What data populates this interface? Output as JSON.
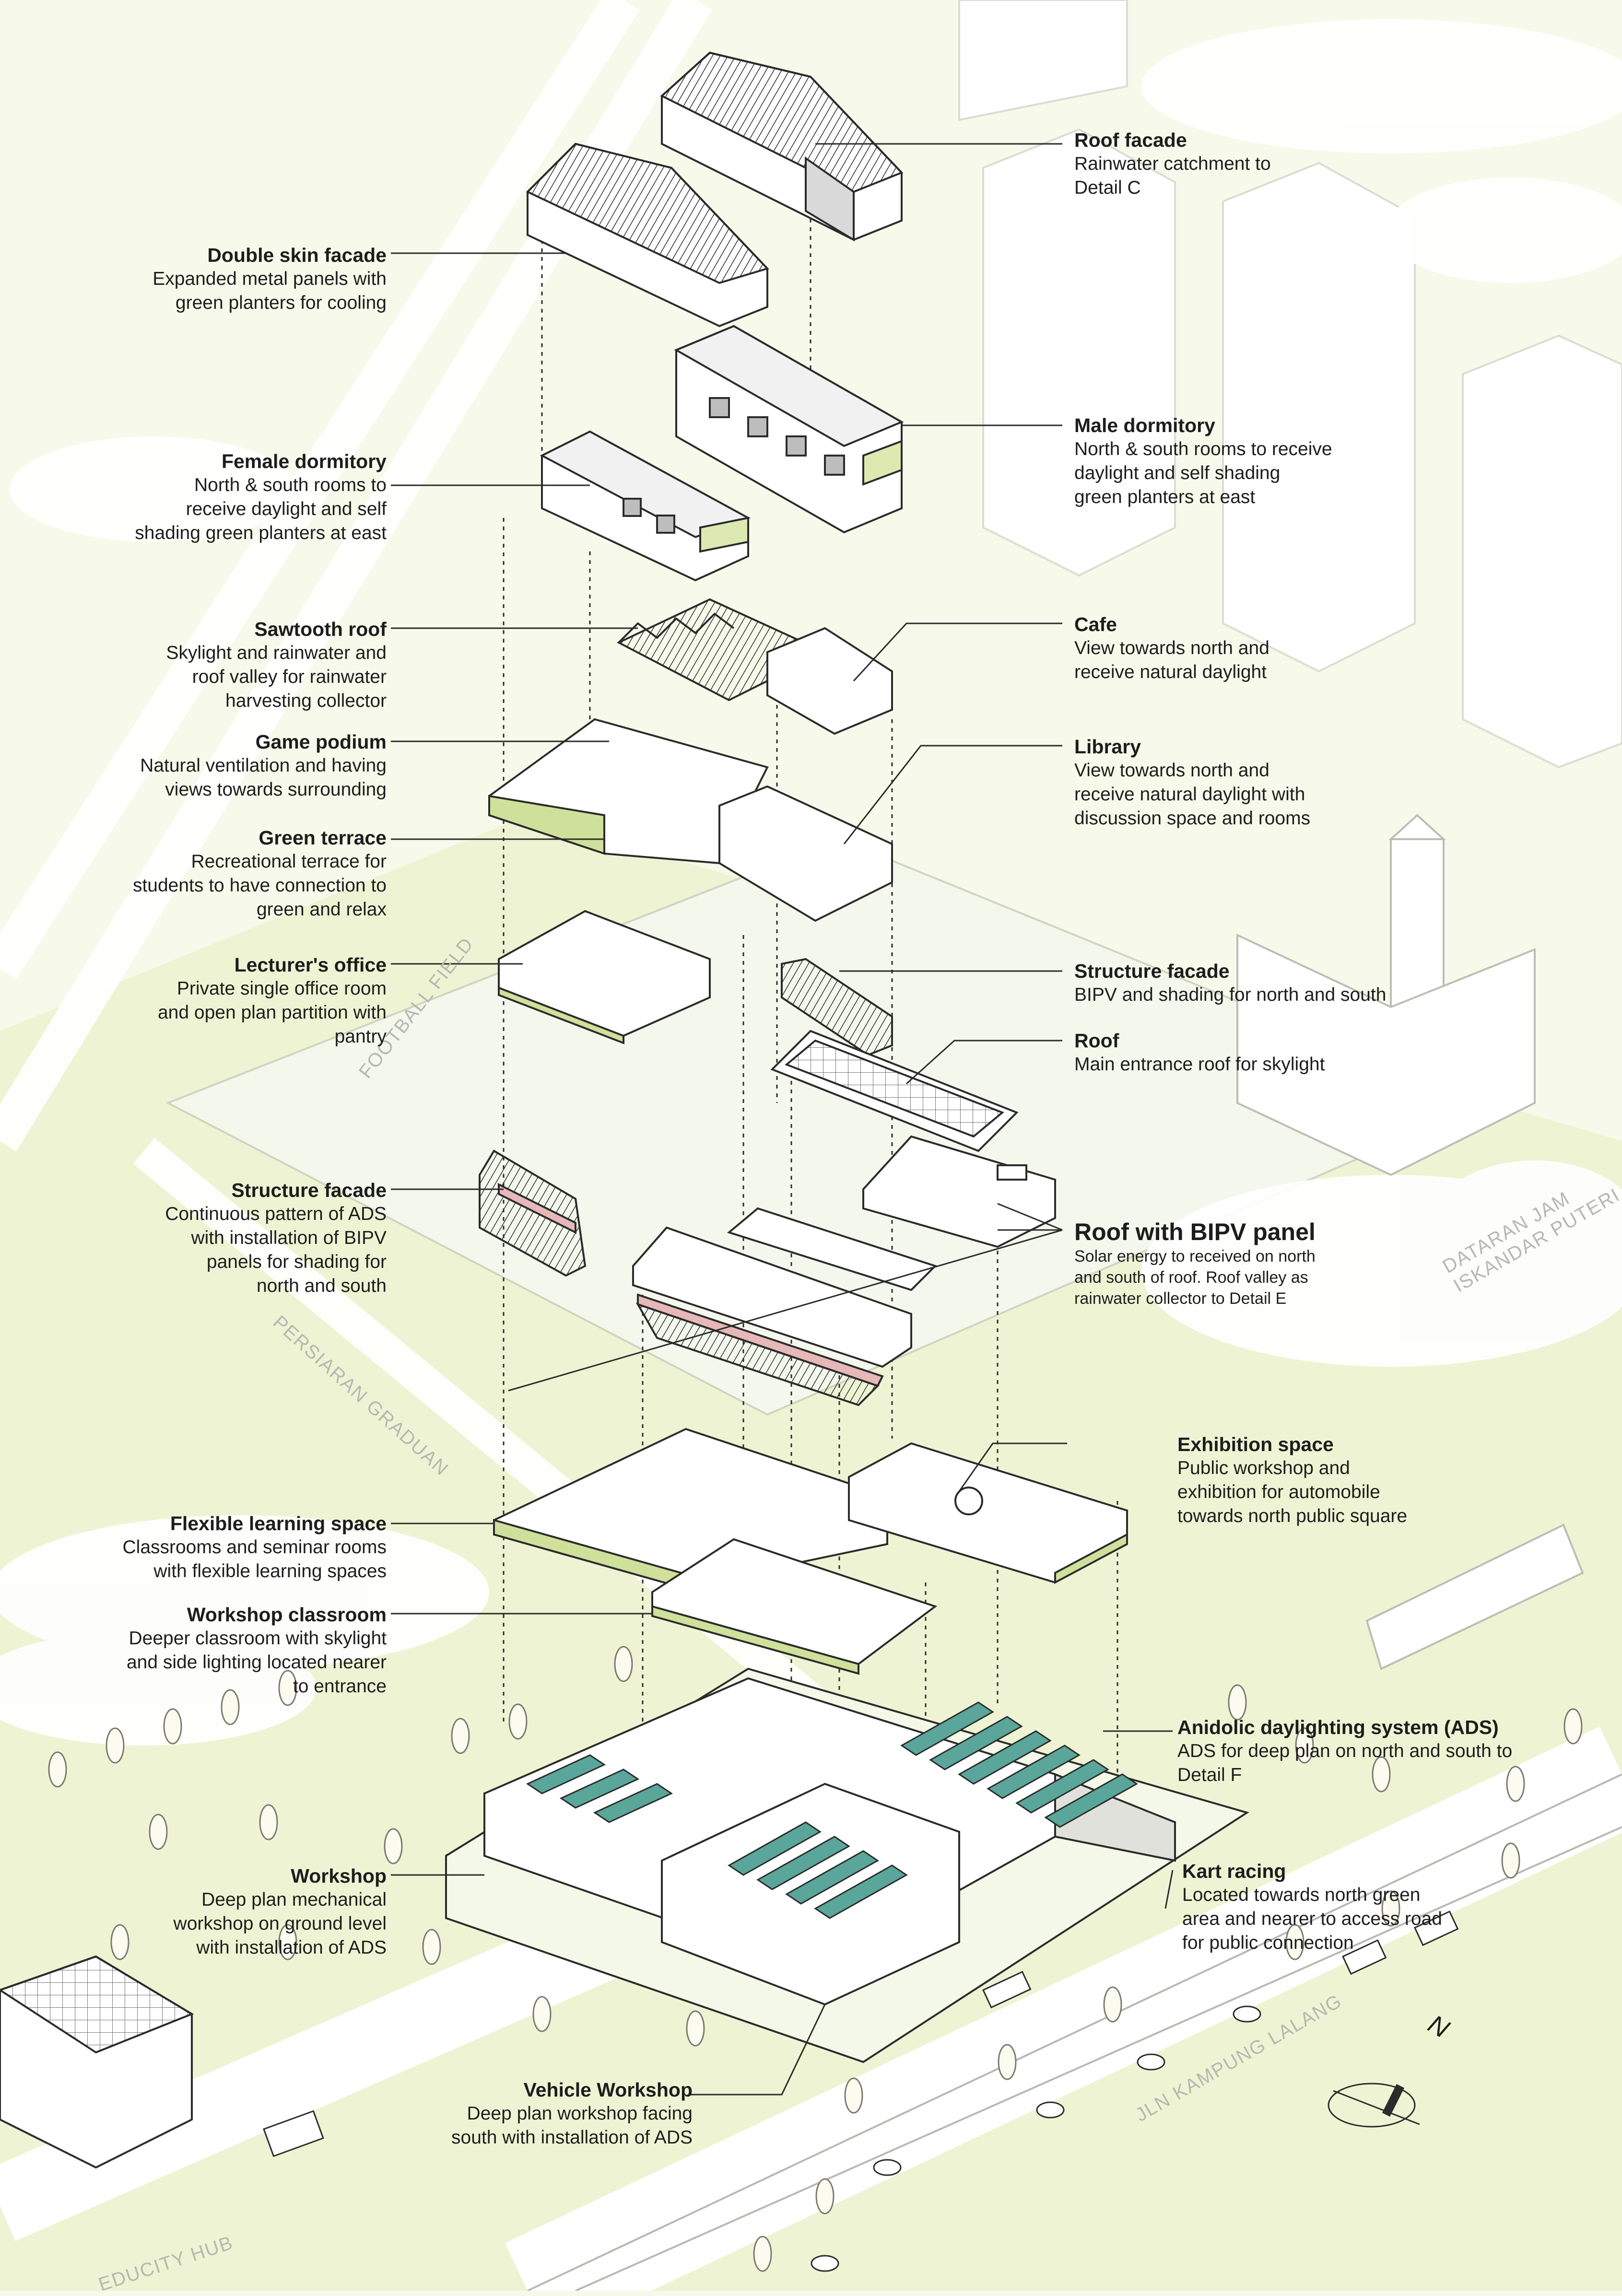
{
  "annotations_left": [
    {
      "id": "double-skin-facade",
      "title": "Double skin facade",
      "desc": [
        "Expanded metal panels with",
        "green planters for cooling"
      ]
    },
    {
      "id": "female-dormitory",
      "title": "Female dormitory",
      "desc": [
        "North & south rooms to",
        "receive daylight and self",
        "shading green planters at east"
      ]
    },
    {
      "id": "sawtooth-roof",
      "title": "Sawtooth roof",
      "desc": [
        "Skylight and rainwater and",
        "roof valley for rainwater",
        "harvesting collector"
      ]
    },
    {
      "id": "game-podium",
      "title": "Game podium",
      "desc": [
        "Natural ventilation and having",
        "views towards surrounding"
      ]
    },
    {
      "id": "green-terrace",
      "title": "Green terrace",
      "desc": [
        "Recreational terrace for",
        "students to have connection to",
        "green and relax"
      ]
    },
    {
      "id": "lecturers-office",
      "title": "Lecturer's office",
      "desc": [
        "Private single office room",
        "and open plan partition with",
        "pantry"
      ]
    },
    {
      "id": "structure-facade-left",
      "title": "Structure facade",
      "desc": [
        "Continuous pattern of ADS",
        "with installation of BIPV",
        "panels for shading for",
        "north and south"
      ]
    },
    {
      "id": "flexible-learning-space",
      "title": "Flexible learning space",
      "desc": [
        "Classrooms and seminar rooms",
        "with flexible learning spaces"
      ]
    },
    {
      "id": "workshop-classroom",
      "title": "Workshop classroom",
      "desc": [
        "Deeper classroom with skylight",
        "and side lighting located nearer",
        "to entrance"
      ]
    },
    {
      "id": "workshop",
      "title": "Workshop",
      "desc": [
        "Deep plan mechanical",
        "workshop on ground level",
        "with installation of ADS"
      ]
    },
    {
      "id": "vehicle-workshop",
      "title": "Vehicle Workshop",
      "desc": [
        "Deep plan workshop facing",
        "south with installation of ADS"
      ]
    }
  ],
  "annotations_right": [
    {
      "id": "roof-facade",
      "title": "Roof facade",
      "desc": [
        "Rainwater catchment to",
        "Detail C"
      ]
    },
    {
      "id": "male-dormitory",
      "title": "Male dormitory",
      "desc": [
        "North & south rooms to receive",
        "daylight and self shading",
        "green planters at east"
      ]
    },
    {
      "id": "cafe",
      "title": "Cafe",
      "desc": [
        "View towards north and",
        "receive natural daylight"
      ]
    },
    {
      "id": "library",
      "title": "Library",
      "desc": [
        "View towards north and",
        "receive natural daylight with",
        "discussion space and rooms"
      ]
    },
    {
      "id": "structure-facade-right",
      "title": "Structure facade",
      "desc": [
        "BIPV and shading for north and south"
      ]
    },
    {
      "id": "roof",
      "title": "Roof",
      "desc": [
        "Main entrance roof for skylight"
      ]
    },
    {
      "id": "roof-with-bipv-panel",
      "title": "Roof with BIPV panel",
      "desc": [
        "Solar energy to received on north",
        "and south of roof. Roof valley as",
        "rainwater collector to Detail E"
      ]
    },
    {
      "id": "exhibition-space",
      "title": "Exhibition space",
      "desc": [
        "Public workshop and",
        "exhibition for automobile",
        "towards north public square"
      ]
    },
    {
      "id": "ads",
      "title": "Anidolic daylighting system (ADS)",
      "desc": [
        "ADS for deep plan on north and south to",
        "Detail F"
      ]
    },
    {
      "id": "kart-racing",
      "title": "Kart racing",
      "desc": [
        "Located towards north green",
        "area and nearer to access road",
        "for public connection"
      ]
    }
  ],
  "road_labels": {
    "football_field": "FOOTBALL FIELD",
    "persiaran_graduan": "PERSIARAN GRADUAN",
    "dataran": "DATARAN JAM\nISKANDAR PUTERI",
    "jln_kampung_lalang": "JLN KAMPUNG LALANG",
    "educity_hub": "EDUCITY HUB"
  },
  "north_label": "N",
  "colors": {
    "background": "#f7f9ea",
    "green_area": "#e9f1c9",
    "light_green": "#dce9b0",
    "building": "#ffffff",
    "line": "#2b2b2b",
    "ads_panel": "#5aa69a",
    "bipv": "#e7b8b8"
  }
}
